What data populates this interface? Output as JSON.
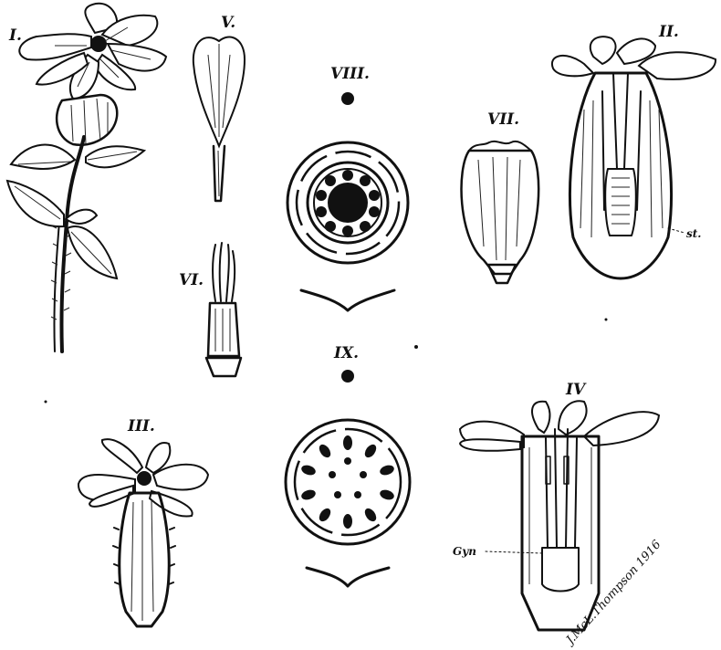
{
  "figure_labels": {
    "I": "I.",
    "II": "II.",
    "III": "III.",
    "IV": "IV",
    "V": "V.",
    "VI": "VI.",
    "VII": "VII.",
    "VIII": "VIII.",
    "IX": "IX."
  },
  "annotations": {
    "stamen": "st.",
    "gynoecium": "Gyn"
  },
  "signature": "J.McL.Thompson 1916"
}
